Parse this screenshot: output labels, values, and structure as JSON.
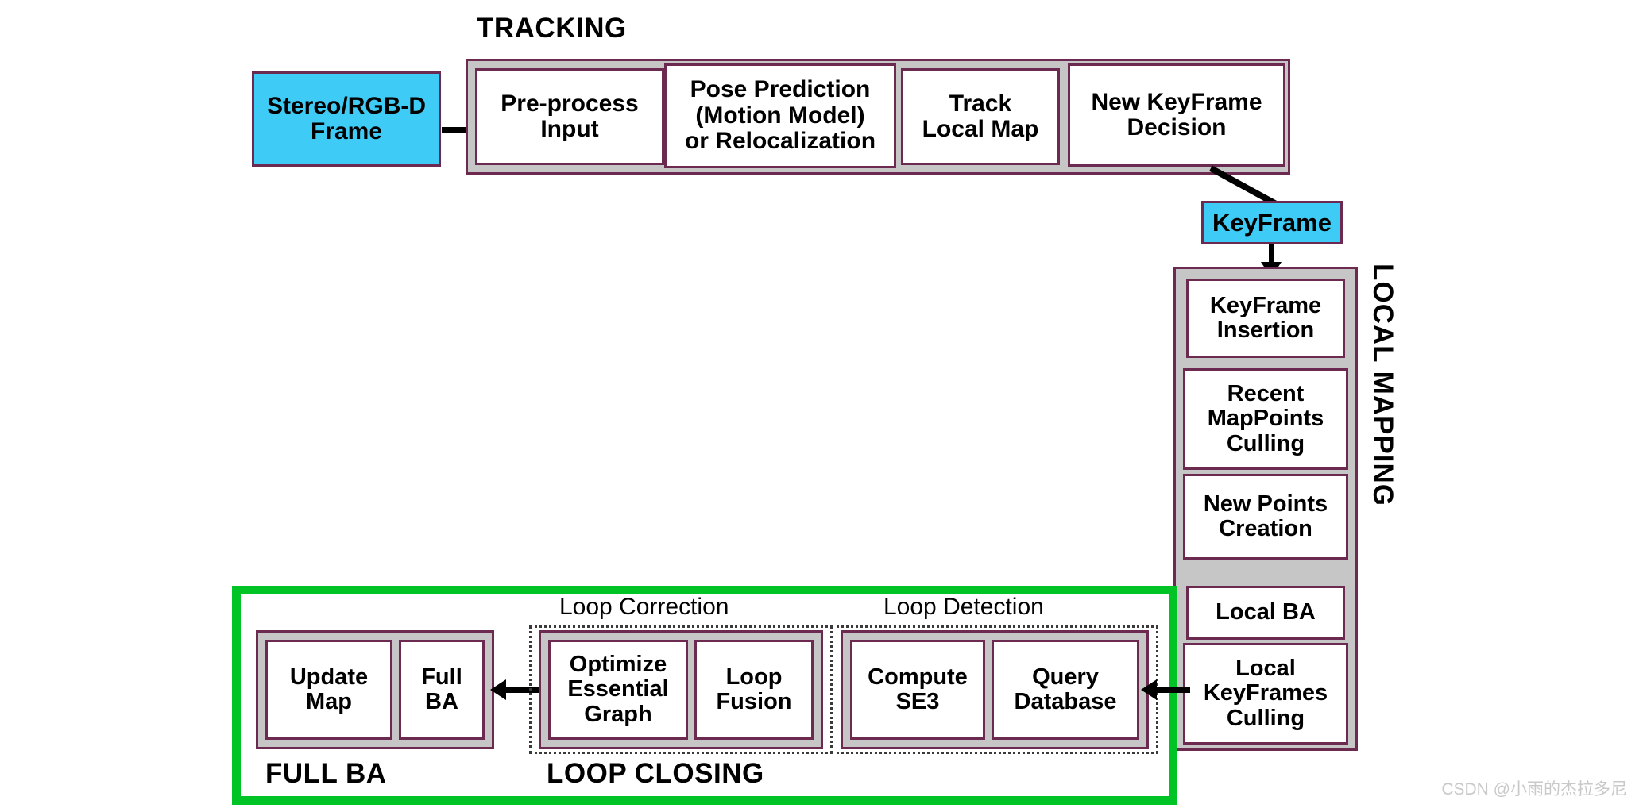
{
  "diagram": {
    "title_tracking": "TRACKING",
    "title_local_mapping": "LOCAL MAPPING",
    "title_full_ba": "FULL BA",
    "title_loop_closing": "LOOP CLOSING",
    "label_loop_correction": "Loop Correction",
    "label_loop_detection": "Loop Detection",
    "watermark": "CSDN @小雨的杰拉多尼"
  },
  "colors": {
    "data_box": "#3ecbf5",
    "node_border": "#6d2a50",
    "group_fill": "#c6c6c6",
    "green_frame": "#00c425",
    "arrow": "#000000",
    "watermark": "#c9c9c9"
  },
  "inputs": {
    "frame_box": "Stereo/RGB-D\nFrame",
    "keyframe_box": "KeyFrame"
  },
  "tracking": {
    "label": "TRACKING",
    "steps": [
      {
        "label": "Pre-process\nInput"
      },
      {
        "label": "Pose Prediction\n(Motion Model)\nor Relocalization"
      },
      {
        "label": "Track\nLocal Map"
      },
      {
        "label": "New KeyFrame\nDecision"
      }
    ]
  },
  "local_mapping": {
    "label": "LOCAL MAPPING",
    "steps": [
      {
        "label": "KeyFrame\nInsertion"
      },
      {
        "label": "Recent\nMapPoints\nCulling"
      },
      {
        "label": "New Points\nCreation"
      },
      {
        "label": "Local BA"
      },
      {
        "label": "Local\nKeyFrames\nCulling"
      }
    ]
  },
  "full_ba": {
    "label": "FULL BA",
    "steps": [
      {
        "label": "Update\nMap"
      },
      {
        "label": "Full\nBA"
      }
    ]
  },
  "loop_closing": {
    "label": "LOOP CLOSING",
    "correction": {
      "label": "Loop Correction",
      "steps": [
        {
          "label": "Optimize\nEssential\nGraph"
        },
        {
          "label": "Loop\nFusion"
        }
      ]
    },
    "detection": {
      "label": "Loop Detection",
      "steps": [
        {
          "label": "Compute\nSE3"
        },
        {
          "label": "Query\nDatabase"
        }
      ]
    }
  }
}
